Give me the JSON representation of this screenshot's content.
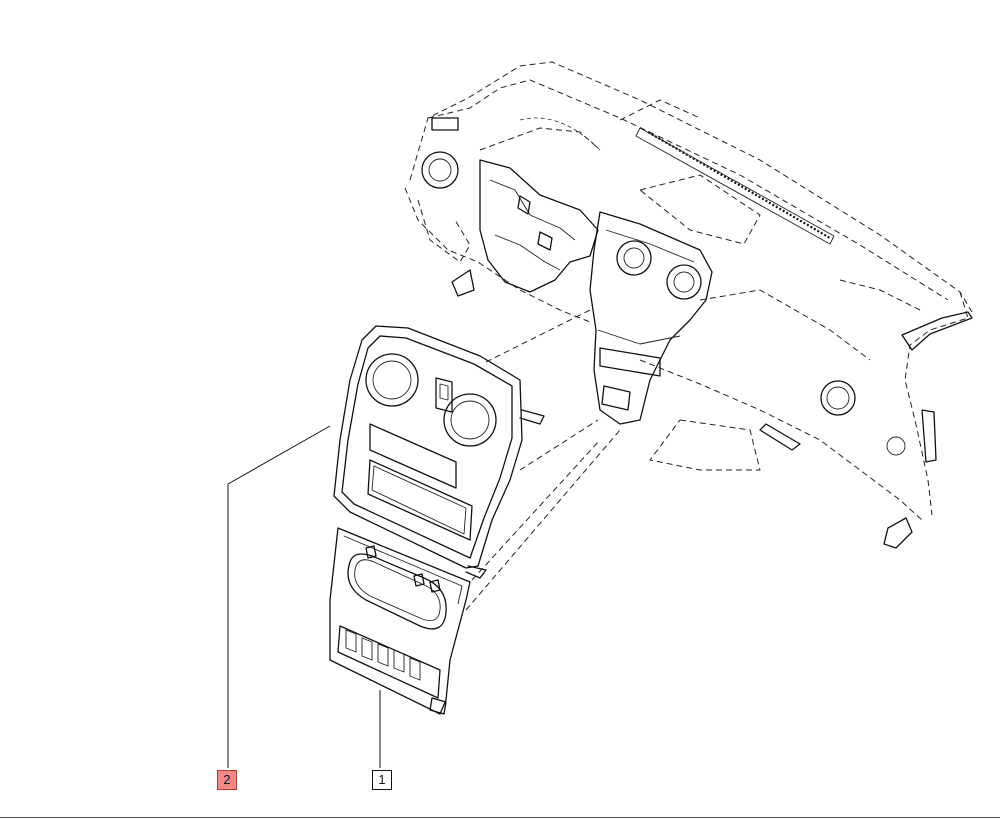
{
  "callouts": [
    {
      "id": "1",
      "label": "1",
      "highlighted": false
    },
    {
      "id": "2",
      "label": "2",
      "highlighted": true
    }
  ],
  "colors": {
    "line": "#111111",
    "highlight_fill": "#f08a8a",
    "highlight_border": "#c0392b",
    "background": "#ffffff"
  }
}
